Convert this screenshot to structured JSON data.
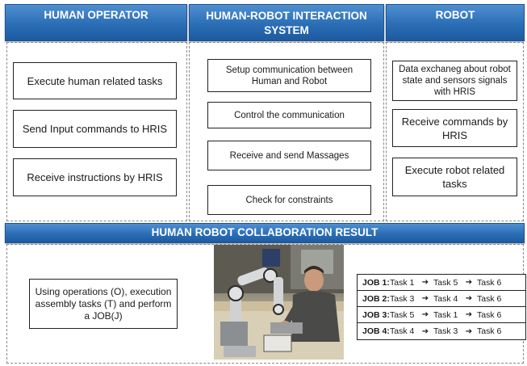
{
  "headers": {
    "human_operator": "HUMAN OPERATOR",
    "hris": "HUMAN-ROBOT INTERACTION SYSTEM",
    "robot": "ROBOT",
    "result": "HUMAN ROBOT COLLABORATION RESULT"
  },
  "human_operator": {
    "items": [
      "Execute human related tasks",
      "Send Input commands to HRIS",
      "Receive instructions by HRIS"
    ]
  },
  "hris": {
    "items": [
      "Setup communication between Human and Robot",
      "Control the communication",
      "Receive and send Massages",
      "Check for constraints"
    ]
  },
  "robot": {
    "items": [
      "Data exchaneg about robot state and sensors signals with HRIS",
      "Receive commands by HRIS",
      "Execute robot related tasks"
    ]
  },
  "result": {
    "description": "Using operations (O), execution assembly tasks (T) and perform a JOB(J)",
    "arrow_glyph": "➔",
    "jobs": [
      {
        "label": "JOB 1:",
        "tasks": [
          "Task 1",
          "Task 5",
          "Task 6"
        ]
      },
      {
        "label": "JOB 2:",
        "tasks": [
          "Task 3",
          "Task 4",
          "Task 6"
        ]
      },
      {
        "label": "JOB 3:",
        "tasks": [
          "Task 5",
          "Task 1",
          "Task 6"
        ]
      },
      {
        "label": "JOB 4:",
        "tasks": [
          "Task 4",
          "Task 3",
          "Task 6"
        ]
      }
    ]
  }
}
